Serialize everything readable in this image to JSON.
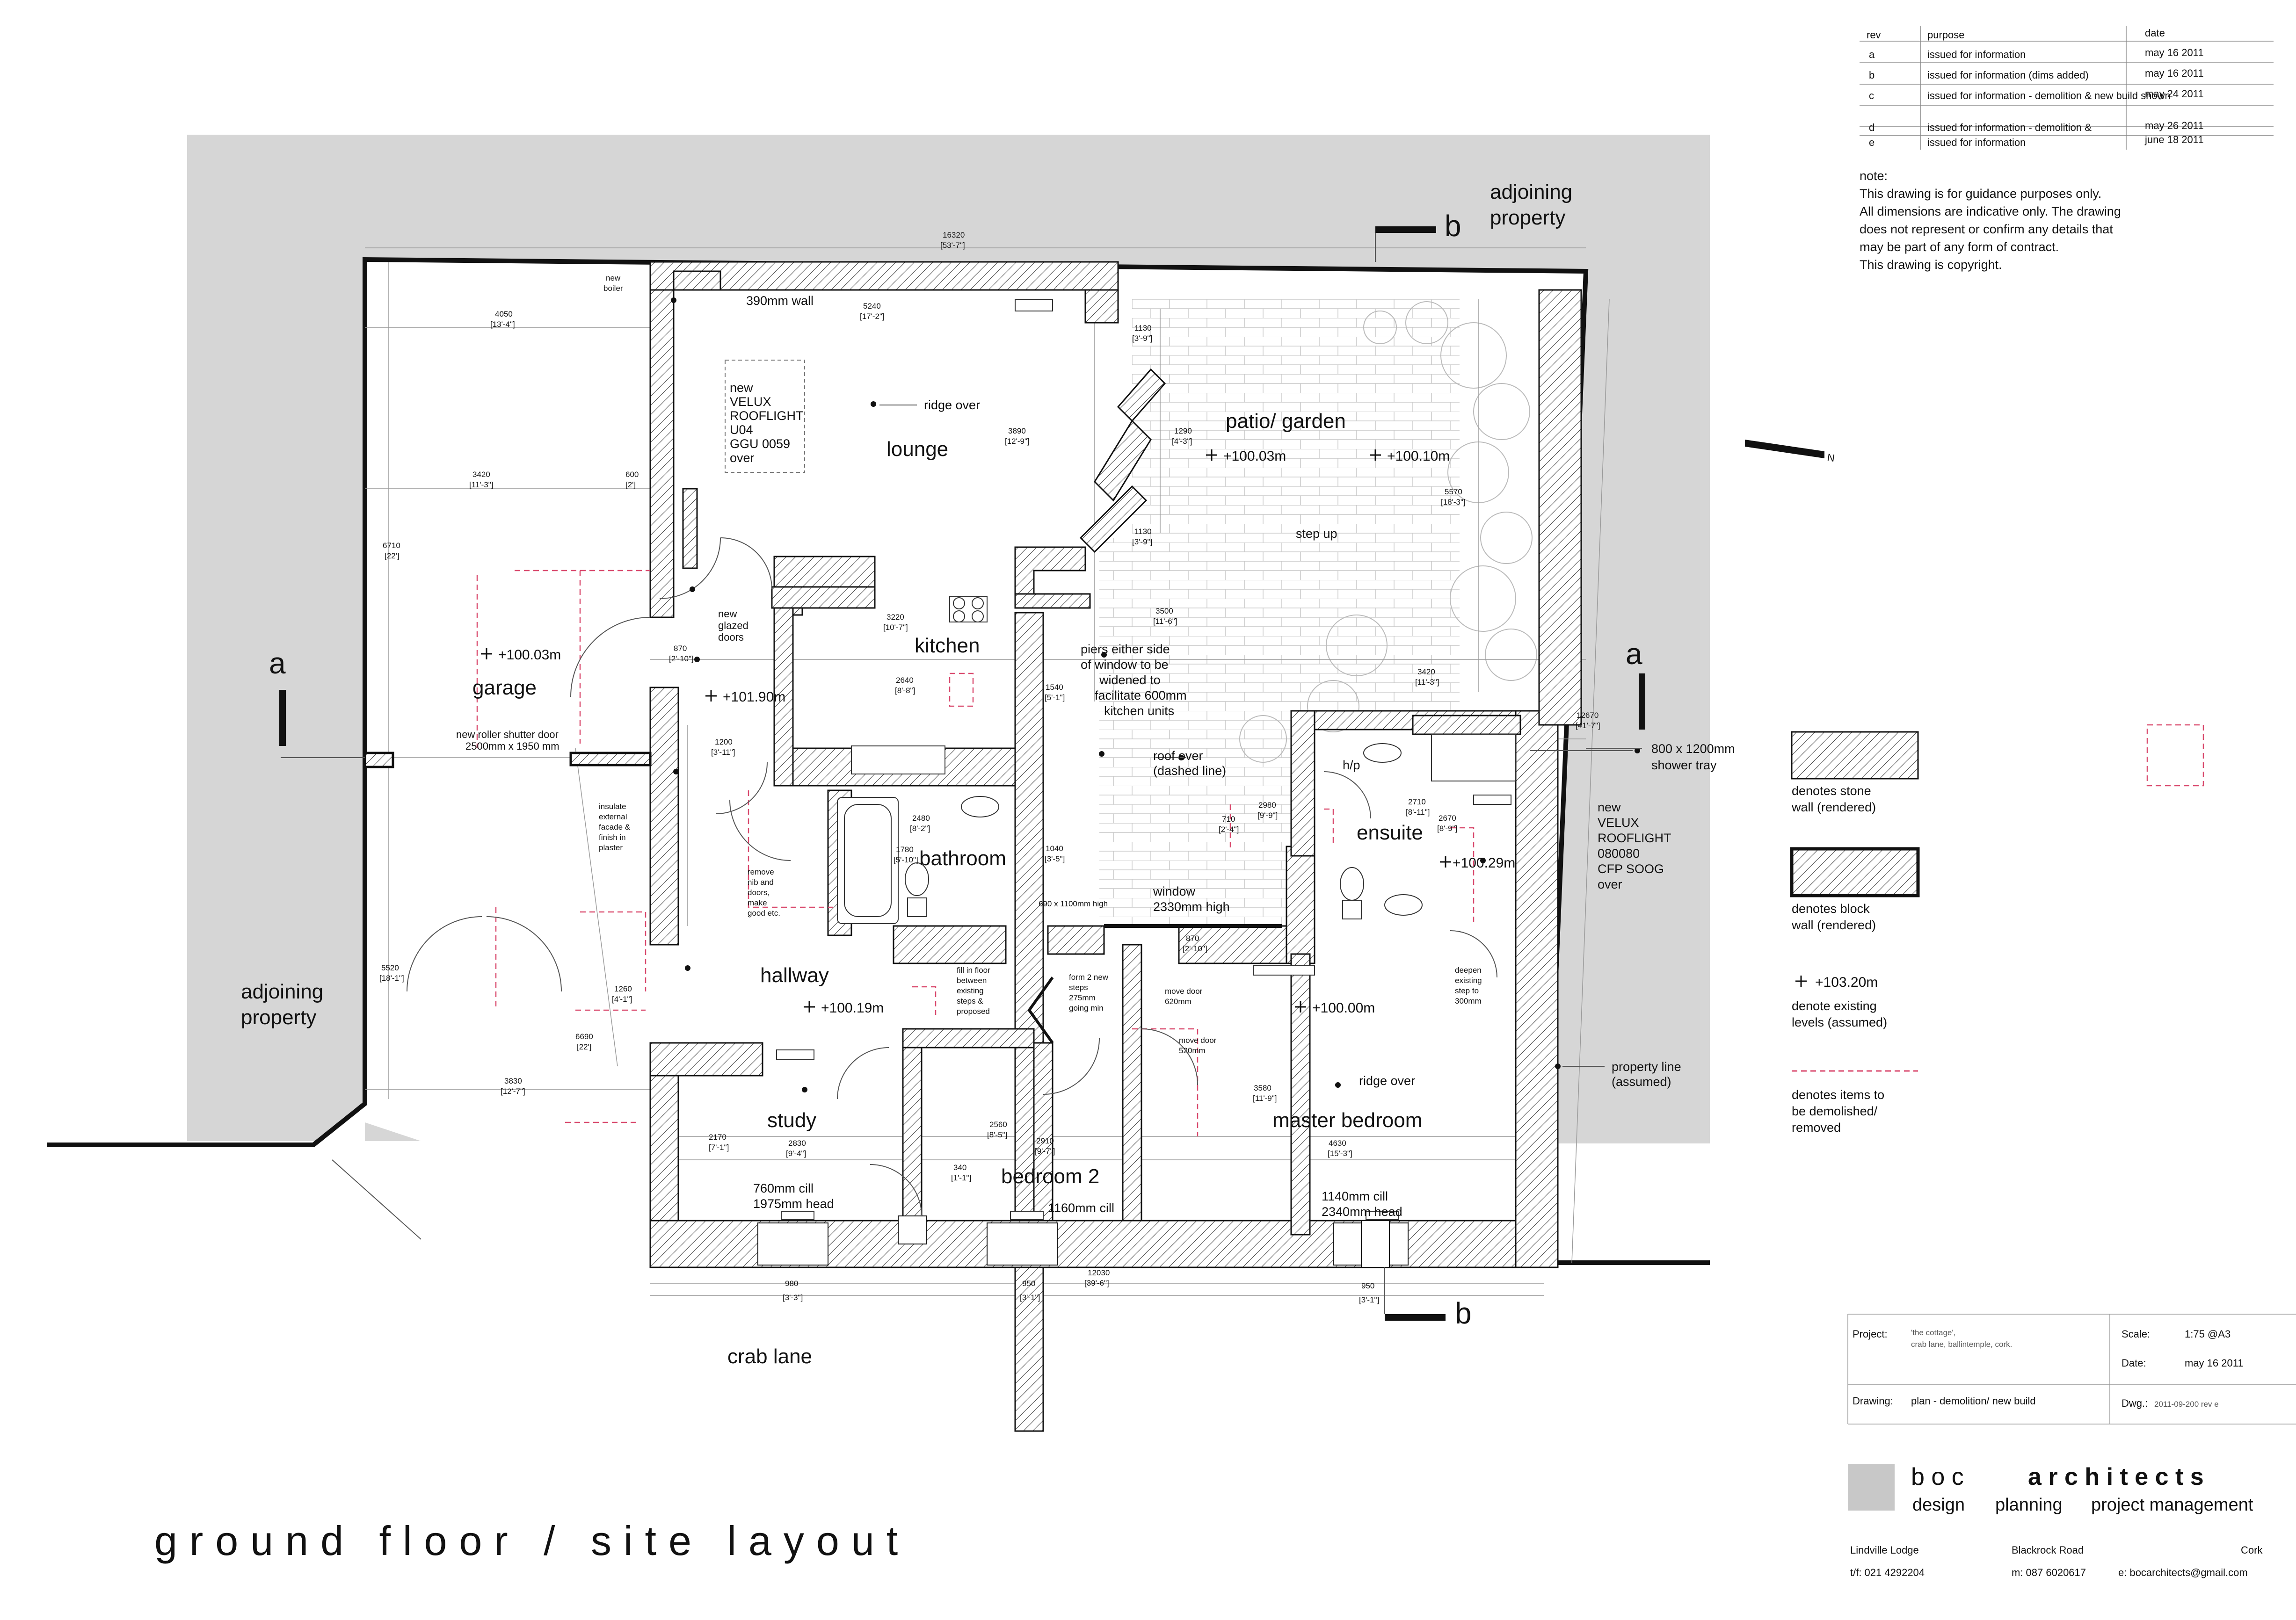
{
  "revisions": {
    "headers": {
      "rev": "rev",
      "purpose": "purpose",
      "date": "date"
    },
    "rows": [
      {
        "rev": "a",
        "purpose": "issued for information",
        "date": "may 16 2011"
      },
      {
        "rev": "b",
        "purpose": "issued for information (dims added)",
        "date": "may 16 2011"
      },
      {
        "rev": "c",
        "purpose": "issued for information - demolition & new build shown",
        "date": "may 24 2011"
      },
      {
        "rev": "d",
        "purpose": "issued for information - demolition &",
        "date": "may 26 2011"
      },
      {
        "rev": "e",
        "purpose": "issued for information",
        "date": "june 18 2011"
      }
    ]
  },
  "note": {
    "heading": "note:",
    "lines": [
      "This drawing is for  guidance purposes only.",
      "All dimensions are indicative only. The drawing",
      "does not represent or confirm any details that",
      "may be part of any form of contract.",
      "This drawing is copyright."
    ]
  },
  "labels": {
    "adjoining_top": [
      "adjoining",
      "property"
    ],
    "adjoining_left": [
      "adjoining",
      "property"
    ],
    "lounge": "lounge",
    "garage": "garage",
    "kitchen": "kitchen",
    "patio": "patio/ garden",
    "bathroom": "bathroom",
    "ensuite": "ensuite",
    "hallway": "hallway",
    "study": "study",
    "bedroom2": "bedroom 2",
    "master": "master bedroom",
    "crab_lane": "crab lane",
    "hp": "h/p",
    "section_a": "a",
    "section_b": "b",
    "north": "N",
    "sheet_title": "ground floor / site layout"
  },
  "annotations": {
    "velux1": [
      "new",
      "VELUX",
      "ROOFLIGHT",
      "U04",
      "GGU 0059",
      "over"
    ],
    "ridge1": "ridge over",
    "wall390": "390mm wall",
    "glazed": [
      "new",
      "glazed",
      "doors"
    ],
    "piers": [
      "piers either side",
      "of window to be",
      "widened to",
      "facilitate 600mm",
      "kitchen units"
    ],
    "roof_over": [
      "roof over",
      "(dashed line)"
    ],
    "step_up": "step up",
    "shower": [
      "800 x 1200mm",
      "shower tray"
    ],
    "velux2": [
      "new",
      "VELUX",
      "ROOFLIGHT",
      "080080",
      "CFP SOOG",
      "over"
    ],
    "boiler": [
      "new",
      "boiler"
    ],
    "shutter": [
      "new roller shutter door",
      "2500mm x 1950 mm"
    ],
    "insulate": [
      "insulate",
      "external",
      "facade &",
      "finish in",
      "plaster"
    ],
    "remove": [
      "remove",
      "nib and",
      "doors,",
      "make",
      "good etc."
    ],
    "window": [
      "window",
      "2330mm high"
    ],
    "fill_floor": [
      "fill in floor",
      "between",
      "existing",
      "steps &",
      "proposed"
    ],
    "steps": [
      "form 2 new",
      "steps",
      "275mm",
      "going min"
    ],
    "move_door1": [
      "move door",
      "620mm"
    ],
    "move_door2": [
      "move door",
      "520mm"
    ],
    "deepen": [
      "deepen",
      "existing",
      "step to",
      "300mm"
    ],
    "property_line": [
      "property line",
      "(assumed)"
    ],
    "ridge2": "ridge over",
    "study_cill": [
      "760mm cill",
      "1975mm head"
    ],
    "bed2_cill": "1160mm cill",
    "master_cill": [
      "1140mm cill",
      "2340mm head"
    ],
    "small_window": "690  x 1100mm high"
  },
  "levels": {
    "garage": "+100.03m",
    "patio1": "+100.03m",
    "patio2": "+100.10m",
    "kitchen": "+101.90m",
    "ensuite": "+100.29m",
    "hallway": "+100.19m",
    "master": "+100.00m"
  },
  "dims": {
    "d16320": [
      "16320",
      "[53'-7\"]"
    ],
    "d4050": [
      "4050",
      "[13'-4\"]"
    ],
    "d5240": [
      "5240",
      "[17'-2\"]"
    ],
    "d1130a": [
      "1130",
      "[3'-9\"]"
    ],
    "d3890": [
      "3890",
      "[12'-9\"]"
    ],
    "d1290": [
      "1290",
      "[4'-3\"]"
    ],
    "d3420a": [
      "3420",
      "[11'-3\"]"
    ],
    "d600": [
      "600",
      "[2']"
    ],
    "d6710": [
      "6710",
      "[22']"
    ],
    "d1130b": [
      "1130",
      "[3'-9\"]"
    ],
    "d5570": [
      "5570",
      "[18'-3\"]"
    ],
    "d3220": [
      "3220",
      "[10'-7\"]"
    ],
    "d3500": [
      "3500",
      "[11'-6\"]"
    ],
    "d870a": [
      "870",
      "[2'-10\"]"
    ],
    "d2640": [
      "2640",
      "[8'-8\"]"
    ],
    "d1540": [
      "1540",
      "[5'-1\"]"
    ],
    "d3420b": [
      "3420",
      "[11'-3\"]"
    ],
    "d1200": [
      "1200",
      "[3'-11\"]"
    ],
    "d12670": [
      "12670",
      "[41'-7\"]"
    ],
    "d2480": [
      "2480",
      "[8'-2\"]"
    ],
    "d1780": [
      "1780",
      "[5'-10\"]"
    ],
    "d1040": [
      "1040",
      "[3'-5\"]"
    ],
    "d2980": [
      "2980",
      "[9'-9\"]"
    ],
    "d710": [
      "710",
      "[2'-4\"]"
    ],
    "d2710": [
      "2710",
      "[8'-11\"]"
    ],
    "d2670": [
      "2670",
      "[8'-9\"]"
    ],
    "d870b": [
      "870",
      "[2'-10\"]"
    ],
    "d5520": [
      "5520",
      "[18'-1\"]"
    ],
    "d1260": [
      "1260",
      "[4'-1\"]"
    ],
    "d6690": [
      "6690",
      "[22']"
    ],
    "d3830": [
      "3830",
      "[12'-7\"]"
    ],
    "d2170": [
      "2170",
      "[7'-1\"]"
    ],
    "d2830": [
      "2830",
      "[9'-4\"]"
    ],
    "d2560": [
      "2560",
      "[8'-5\"]"
    ],
    "d2910": [
      "2910",
      "[9'-7\"]"
    ],
    "d340": [
      "340",
      "[1'-1\"]"
    ],
    "d3580": [
      "3580",
      "[11'-9\"]"
    ],
    "d4630": [
      "4630",
      "[15'-3\"]"
    ],
    "d12030": [
      "12030",
      "[39'-6\"]"
    ],
    "d980": [
      "980",
      "[3'-3\"]"
    ],
    "d950a": [
      "950",
      "[3'-1\"]"
    ],
    "d950b": [
      "950",
      "[3'-1\"]"
    ]
  },
  "legend": {
    "stone": [
      "denotes stone",
      "wall (rendered)"
    ],
    "block": [
      "denotes block",
      "wall (rendered)"
    ],
    "level_value": "+103.20m",
    "level_text": [
      "denote existing",
      "levels (assumed)"
    ],
    "demolish": [
      "denotes items to",
      "be demolished/",
      "removed"
    ]
  },
  "titleblock": {
    "project_label": "Project:",
    "project_value": [
      "'the cottage',",
      "crab lane, ballintemple, cork."
    ],
    "scale_label": "Scale:",
    "scale_value": "1:75 @A3",
    "date_label": "Date:",
    "date_value": "may 16 2011",
    "drawing_label": "Drawing:",
    "drawing_value": "plan - demolition/ new build",
    "dwg_label": "Dwg.:",
    "dwg_value": "2011-09-200 rev e"
  },
  "firm": {
    "name_a": "b o c",
    "name_b": "a r c h i t e c t s",
    "services": [
      "design",
      "planning",
      "project management"
    ],
    "address": [
      "Lindville Lodge",
      "Blackrock Road",
      "Cork"
    ],
    "tel": "t/f: 021 4292204",
    "mob": "m: 087 6020617",
    "email": "e: bocarchitects@gmail.com"
  },
  "colors": {
    "site_grey": "#d6d6d6",
    "wall": "#111111",
    "demolish": "#d94a6e",
    "grid": "#9a9a9a"
  }
}
